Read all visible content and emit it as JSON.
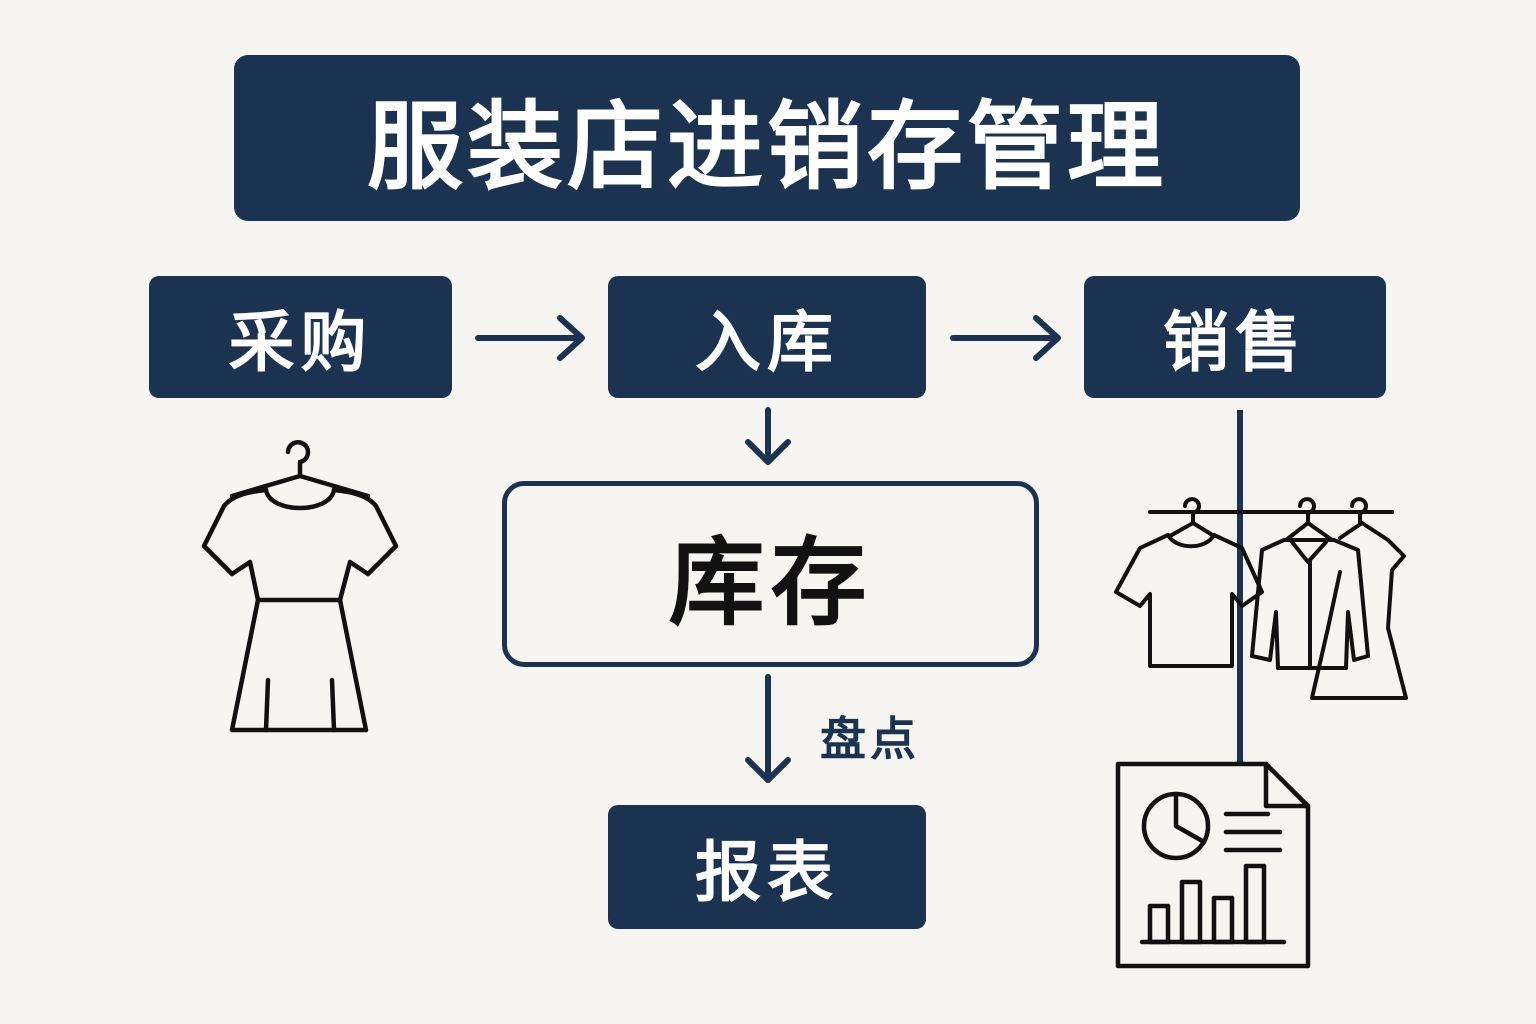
{
  "title": "服装店进销存管理",
  "nodes": {
    "purchase": "采购",
    "inbound": "入库",
    "sales": "销售",
    "inventory": "库存",
    "report": "报表"
  },
  "edge_labels": {
    "stocktake": "盘点"
  },
  "icons": {
    "purchase": "dress-on-hanger-icon",
    "sales": "clothes-rack-icon",
    "report": "report-document-icon"
  },
  "colors": {
    "navy": "#1b3350",
    "background": "#f7f5f2",
    "text_on_dark": "#ffffff",
    "text_dark": "#111111"
  }
}
